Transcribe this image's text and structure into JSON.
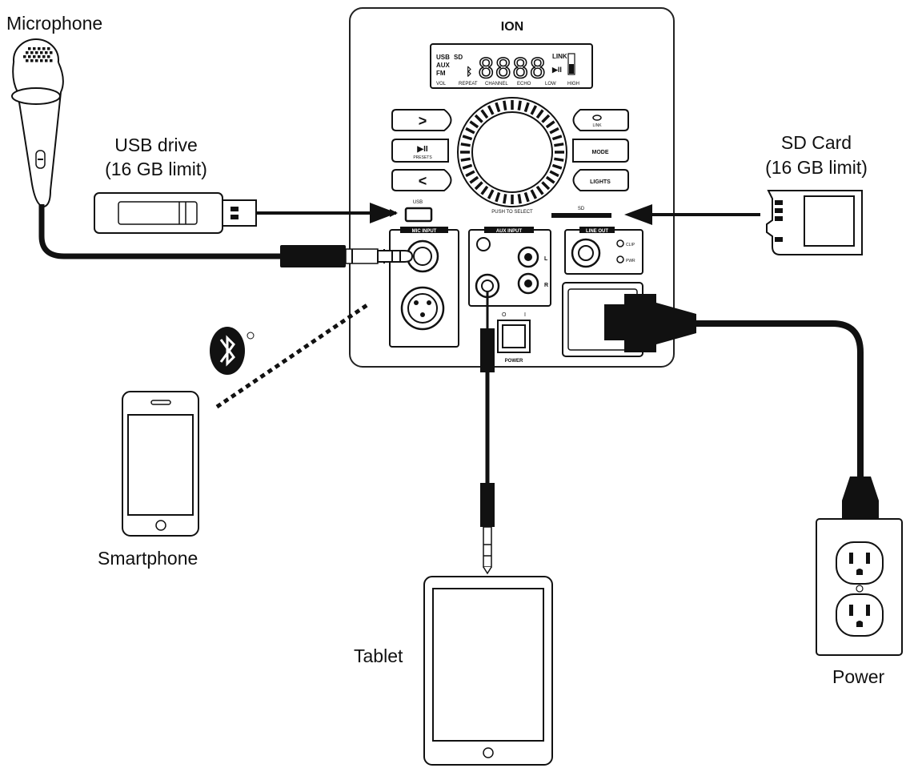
{
  "labels": {
    "microphone": "Microphone",
    "usb_drive": "USB drive",
    "usb_limit": "(16 GB limit)",
    "sd_card": "SD Card",
    "sd_limit": "(16 GB limit)",
    "smartphone": "Smartphone",
    "tablet": "Tablet",
    "power": "Power"
  },
  "panel": {
    "brand": "ION",
    "display_digits": "8888",
    "display_left": [
      "USB",
      "SD",
      "AUX",
      "FM"
    ],
    "display_right": [
      "LINK"
    ],
    "display_bottom": [
      "VOL",
      "REPEAT",
      "CHANNEL",
      "ECHO",
      "LOW",
      "HIGH"
    ],
    "btn_next": ">",
    "btn_play": "▶II",
    "btn_play_sub": "PRESETS",
    "btn_prev": "<",
    "btn_link": "LINK",
    "btn_mode": "MODE",
    "btn_lights": "LIGHTS",
    "knob_label": "PUSH TO SELECT",
    "usb_port": "USB",
    "sd_slot": "SD",
    "mic_input": "MIC INPUT",
    "aux_input": "AUX INPUT",
    "line_out": "LINE OUT",
    "clip": "CLIP",
    "pwr": "PWR",
    "power_label": "POWER",
    "power_off": "O",
    "power_on": "I",
    "aux_l": "L",
    "aux_r": "R"
  },
  "icons": {
    "bluetooth": "bluetooth-icon"
  }
}
